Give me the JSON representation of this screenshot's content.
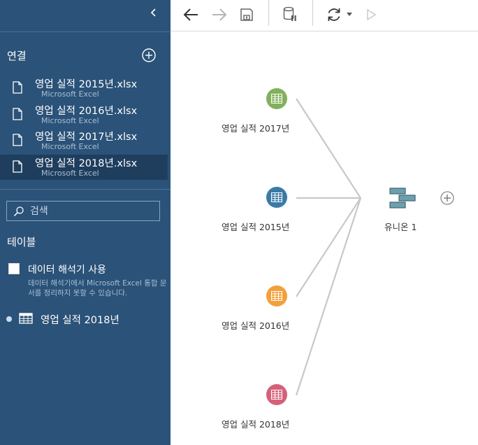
{
  "sidebar": {
    "connections_title": "연결",
    "connections": [
      {
        "name": "영업 실적 2015년.xlsx",
        "type": "Microsoft Excel"
      },
      {
        "name": "영업 실적 2016년.xlsx",
        "type": "Microsoft Excel"
      },
      {
        "name": "영업 실적 2017년.xlsx",
        "type": "Microsoft Excel"
      },
      {
        "name": "영업 실적 2018년.xlsx",
        "type": "Microsoft Excel"
      }
    ],
    "search_placeholder": "검색",
    "tables_title": "테이블",
    "interpreter_label": "데이터 해석기 사용",
    "interpreter_desc": "데이터 해석기에서 Microsoft Excel 통합 문서를 정리하지 못할 수 있습니다.",
    "tables": [
      {
        "name": "영업 실적 2018년"
      }
    ]
  },
  "flow": {
    "inputs": [
      {
        "label": "영업 실적 2017년",
        "color": "#83b05c"
      },
      {
        "label": "영업 실적 2015년",
        "color": "#3a7aa7"
      },
      {
        "label": "영업 실적 2016년",
        "color": "#f2a03a"
      },
      {
        "label": "영업 실적 2018년",
        "color": "#d4607a"
      }
    ],
    "union_label": "유니온 1"
  },
  "colors": {
    "sidebar_bg": "#2b5278",
    "selected_bg": "#1f3e5e",
    "line": "#c8c8c8",
    "union_fill": "#6e9fad"
  }
}
